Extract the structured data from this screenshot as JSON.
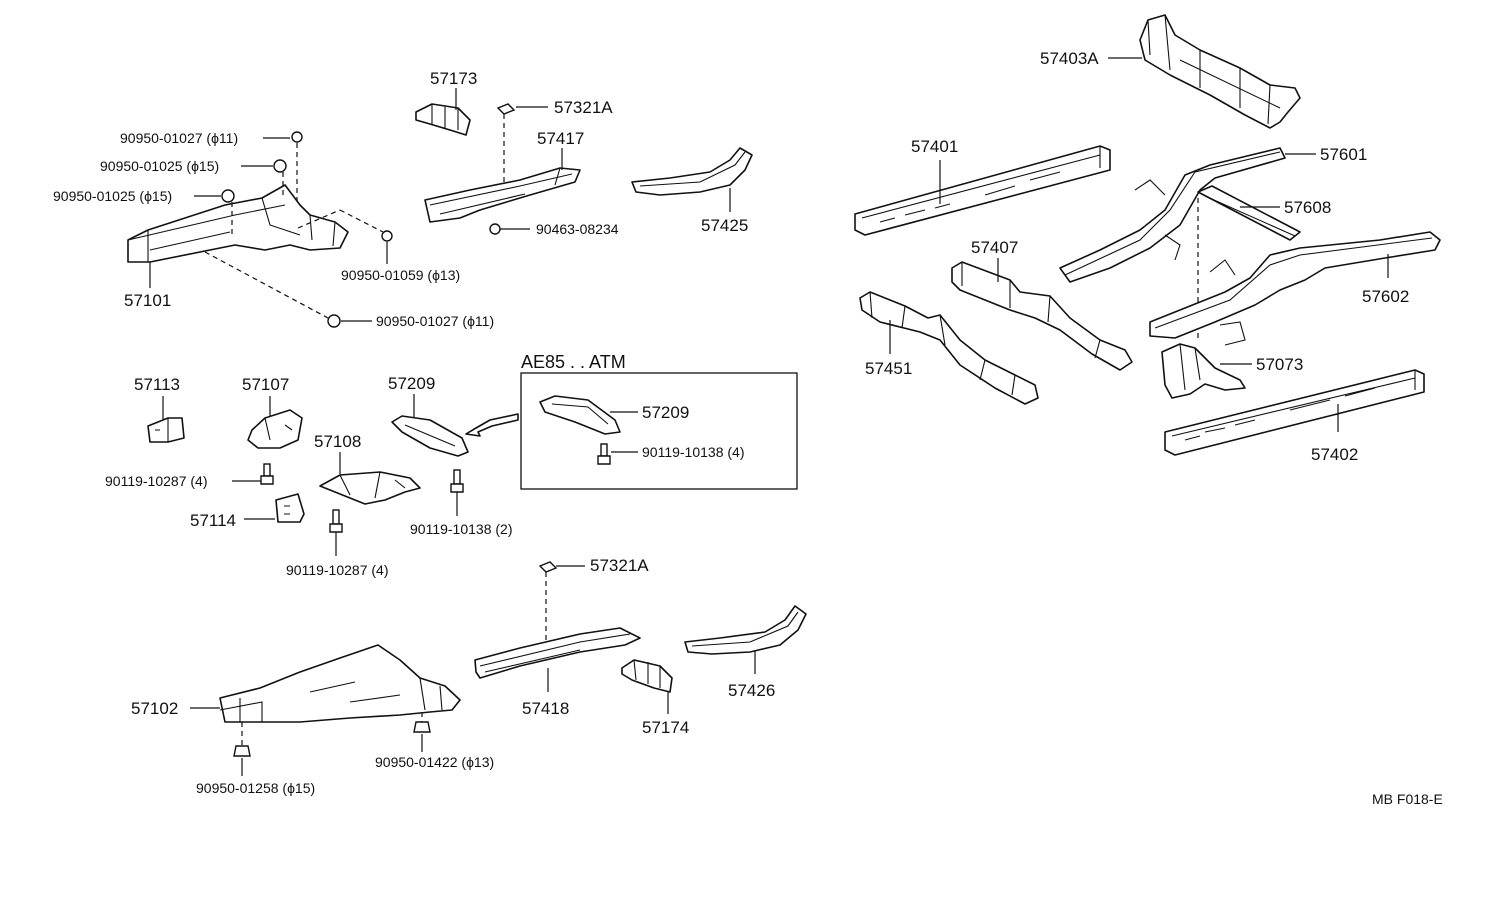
{
  "labels": {
    "p57101": "57101",
    "p57102": "57102",
    "p57173": "57173",
    "p57174": "57174",
    "p57321a_top": "57321A",
    "p57321a_bottom": "57321A",
    "p57417": "57417",
    "p57418": "57418",
    "p57425": "57425",
    "p57426": "57426",
    "p57113": "57113",
    "p57107": "57107",
    "p57108": "57108",
    "p57114": "57114",
    "p57209": "57209",
    "p57209_inset": "57209",
    "p57403a": "57403A",
    "p57401": "57401",
    "p57402": "57402",
    "p57407": "57407",
    "p57451": "57451",
    "p57601": "57601",
    "p57602": "57602",
    "p57608": "57608",
    "p57073": "57073",
    "f90950_01027_a": "90950-01027 (ϕ11)",
    "f90950_01025_a": "90950-01025 (ϕ15)",
    "f90950_01025_b": "90950-01025 (ϕ15)",
    "f90950_01059": "90950-01059 (ϕ13)",
    "f90950_01027_b": "90950-01027 (ϕ11)",
    "f90463_08234": "90463-08234",
    "f90119_10287_a": "90119-10287 (4)",
    "f90119_10287_b": "90119-10287 (4)",
    "f90119_10138_a": "90119-10138 (2)",
    "f90119_10138_inset": "90119-10138 (4)",
    "f90950_01258": "90950-01258 (ϕ15)",
    "f90950_01422": "90950-01422 (ϕ13)"
  },
  "inset": {
    "title": "AE85 . . ATM"
  },
  "reference_code": "MB  F018-E"
}
